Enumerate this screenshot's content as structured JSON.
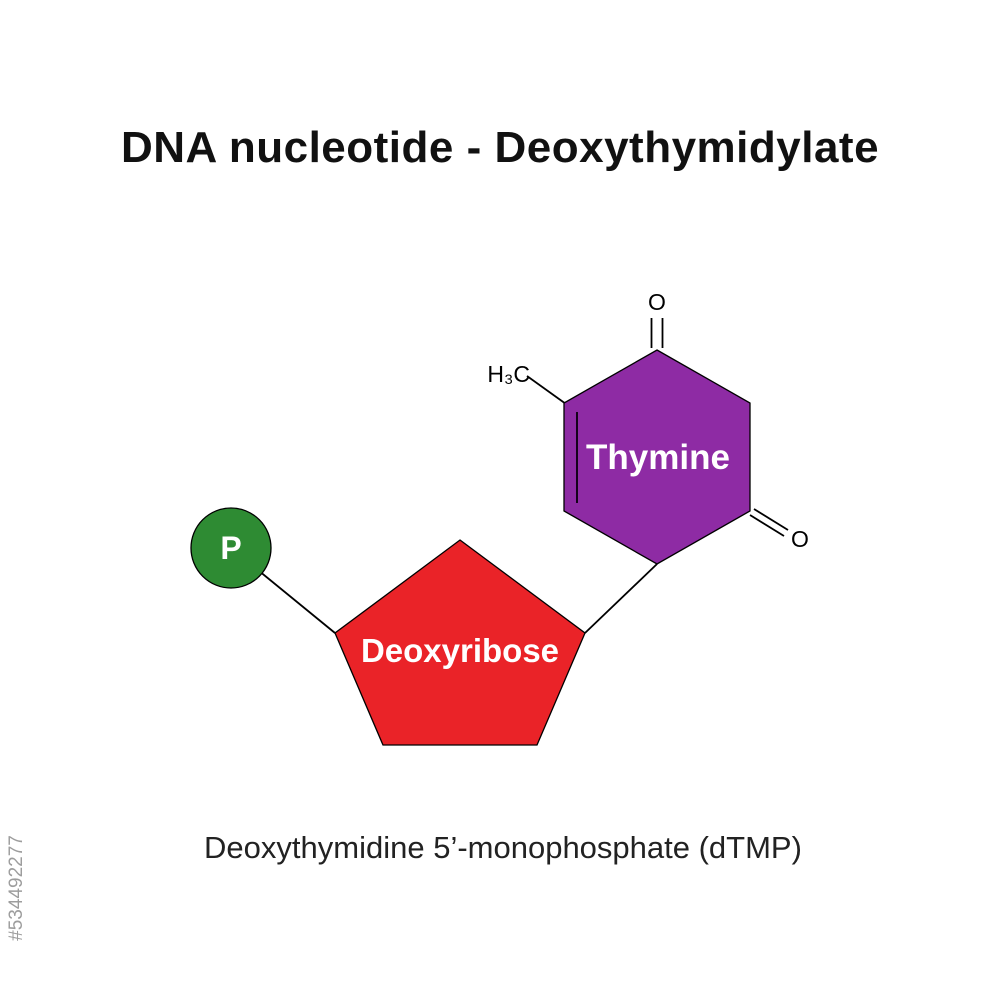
{
  "page": {
    "title": "DNA nucleotide - Deoxythymidylate",
    "caption": "Deoxythymidine 5’-monophosphate (dTMP)",
    "watermark": "#534492277"
  },
  "molecule": {
    "base_label": "Thymine",
    "sugar_label": "Deoxyribose",
    "phosphate_label": "P",
    "atom_top_oxygen": "O",
    "atom_right_oxygen": "O",
    "methyl_group": "H₃C"
  },
  "colors": {
    "base_fill": "#8E2BA4",
    "sugar_fill": "#EA2328",
    "phosphate_fill": "#2E8B33",
    "bond": "#000000",
    "label_text": "#FFFFFF",
    "title_text": "#111111",
    "caption_text": "#222222",
    "watermark_text": "#8C8C8C"
  }
}
